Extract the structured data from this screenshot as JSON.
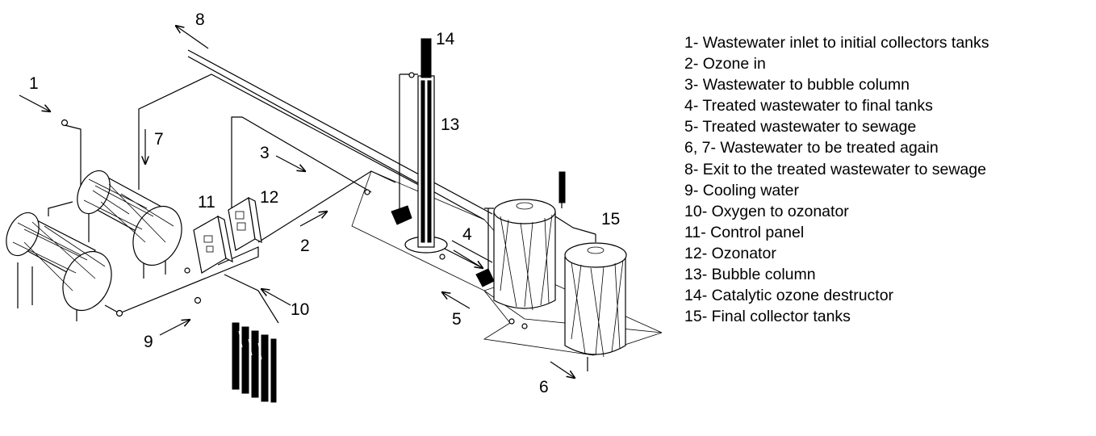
{
  "diagram": {
    "callouts": {
      "1": "1",
      "2": "2",
      "3": "3",
      "4": "4",
      "5": "5",
      "6": "6",
      "7": "7",
      "8": "8",
      "9": "9",
      "10": "10",
      "11": "11",
      "12": "12",
      "13": "13",
      "14": "14",
      "15": "15"
    }
  },
  "legend": {
    "items": [
      "1- Wastewater inlet to initial collectors tanks",
      "2- Ozone in",
      "3- Wastewater to bubble column",
      "4- Treated wastewater to final tanks",
      "5- Treated wastewater to sewage",
      "6, 7-  Wastewater to be treated again",
      "8- Exit to the treated wastewater to sewage",
      "9- Cooling water",
      "10- Oxygen to ozonator",
      "11- Control panel",
      "12- Ozonator",
      "13- Bubble column",
      "14- Catalytic ozone destructor",
      "15- Final collector tanks"
    ]
  }
}
